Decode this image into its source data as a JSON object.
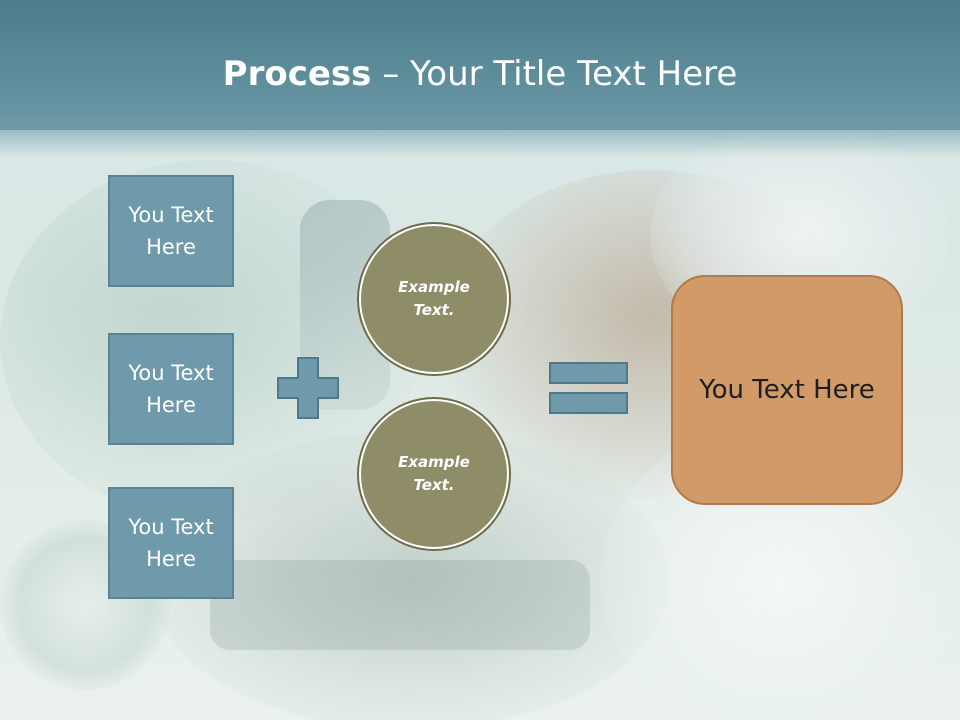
{
  "title": {
    "bold": "Process",
    "dash": " – ",
    "rest": "Your Title Text Here"
  },
  "left_boxes": [
    {
      "label": "You Text Here"
    },
    {
      "label": "You Text Here"
    },
    {
      "label": "You Text Here"
    }
  ],
  "circles": [
    {
      "label": "Example Text."
    },
    {
      "label": "Example Text."
    }
  ],
  "result": {
    "label": "You Text Here"
  },
  "colors": {
    "header": "#5e8d9b",
    "box_fill": "#6f9aab",
    "circle_fill": "#8f8d68",
    "result_fill": "#d29a68"
  },
  "icons": {
    "operator_1": "plus-icon",
    "operator_2": "equals-icon"
  }
}
